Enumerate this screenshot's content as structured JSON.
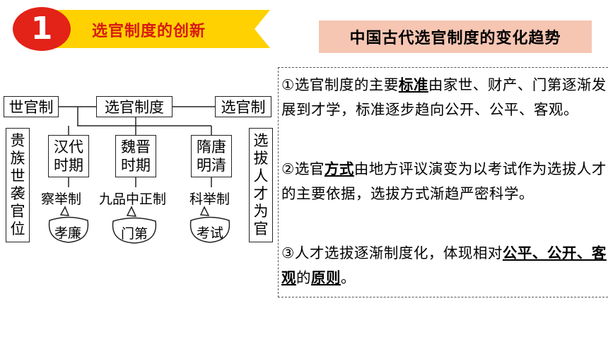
{
  "header": {
    "number": "1",
    "title": "选官制度的创新",
    "topic": "中国古代选官制度的变化趋势"
  },
  "diagram": {
    "center": "选官制度",
    "left": "世官制",
    "right": "选官制",
    "left_sub": [
      "贵",
      "族",
      "世",
      "袭",
      "官",
      "位"
    ],
    "right_sub": [
      "选",
      "拔",
      "人",
      "才",
      "为",
      "官"
    ],
    "periods": [
      {
        "lines": [
          "汉代",
          "时期"
        ],
        "system": "察举制",
        "basis": "孝廉"
      },
      {
        "lines": [
          "魏晋",
          "时期"
        ],
        "system": "九品中正制",
        "basis": "门第"
      },
      {
        "lines": [
          "隋唐",
          "明清"
        ],
        "system": "科举制",
        "basis": "考试"
      }
    ]
  },
  "points": {
    "p1": {
      "a": "①选官制度的主要",
      "b": "标准",
      "c": "由家世、财产、门第逐渐发展到才学，标准逐步趋向公开、公平、客观。"
    },
    "p2": {
      "a": "②选官",
      "b": "方式",
      "c": "由地方评议演变为以考试作为选拔人才的主要依据，选拔方式渐趋严密科学。"
    },
    "p3": {
      "a": "③人才选拔逐渐制度化，体现相对",
      "b": "公平、公开、客观",
      "c": "的",
      "d": "原则",
      "e": "。"
    }
  },
  "colors": {
    "accent_red": "#e32218",
    "banner_yellow": "#ffd100",
    "topic_bg": "#f6c6b3"
  }
}
